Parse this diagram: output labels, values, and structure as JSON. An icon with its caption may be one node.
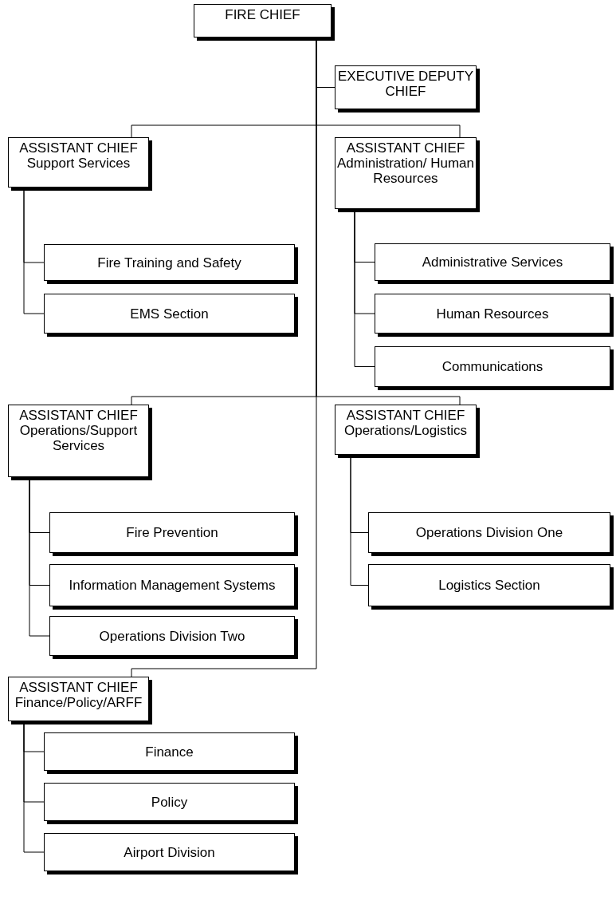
{
  "diagram": {
    "nodes": [
      {
        "text": [
          "FIRE CHIEF"
        ]
      },
      {
        "text": [
          "EXECUTIVE DEPUTY CHIEF"
        ]
      },
      {
        "text": [
          "ASSISTANT CHIEF",
          "Support Services"
        ]
      },
      {
        "text": [
          "ASSISTANT CHIEF",
          "Administration/ Human Resources"
        ]
      },
      {
        "text": [
          "Fire Training and Safety"
        ]
      },
      {
        "text": [
          "EMS Section"
        ]
      },
      {
        "text": [
          "Administrative Services"
        ]
      },
      {
        "text": [
          "Human Resources"
        ]
      },
      {
        "text": [
          "Communications"
        ]
      },
      {
        "text": [
          "ASSISTANT CHIEF",
          "Operations/Support Services"
        ]
      },
      {
        "text": [
          "ASSISTANT CHIEF",
          "Operations/Logistics"
        ]
      },
      {
        "text": [
          "Fire Prevention"
        ]
      },
      {
        "text": [
          "Information Management Systems"
        ]
      },
      {
        "text": [
          "Operations Division Two"
        ]
      },
      {
        "text": [
          "Operations Division One"
        ]
      },
      {
        "text": [
          "Logistics Section"
        ]
      },
      {
        "text": [
          "ASSISTANT CHIEF",
          "Finance/Policy/ARFF"
        ]
      },
      {
        "text": [
          "Finance"
        ]
      },
      {
        "text": [
          "Policy"
        ]
      },
      {
        "text": [
          "Airport Division"
        ]
      }
    ],
    "edges": [
      {
        "from": 0,
        "to": 1,
        "arrow": "none"
      },
      {
        "from": 0,
        "to": 2,
        "arrow": "none"
      },
      {
        "from": 0,
        "to": 3,
        "arrow": "none"
      },
      {
        "from": 2,
        "to": 4,
        "arrow": "none"
      },
      {
        "from": 2,
        "to": 5,
        "arrow": "none"
      },
      {
        "from": 3,
        "to": 6,
        "arrow": "none"
      },
      {
        "from": 3,
        "to": 7,
        "arrow": "none"
      },
      {
        "from": 3,
        "to": 8,
        "arrow": "none"
      },
      {
        "from": 0,
        "to": 9,
        "arrow": "none"
      },
      {
        "from": 0,
        "to": 10,
        "arrow": "none"
      },
      {
        "from": 9,
        "to": 11,
        "arrow": "none"
      },
      {
        "from": 9,
        "to": 12,
        "arrow": "none"
      },
      {
        "from": 9,
        "to": 13,
        "arrow": "none"
      },
      {
        "from": 10,
        "to": 14,
        "arrow": "none"
      },
      {
        "from": 10,
        "to": 15,
        "arrow": "none"
      },
      {
        "from": 0,
        "to": 16,
        "arrow": "none"
      },
      {
        "from": 16,
        "to": 17,
        "arrow": "none"
      },
      {
        "from": 16,
        "to": 18,
        "arrow": "none"
      },
      {
        "from": 16,
        "to": 19,
        "arrow": "none"
      }
    ]
  }
}
